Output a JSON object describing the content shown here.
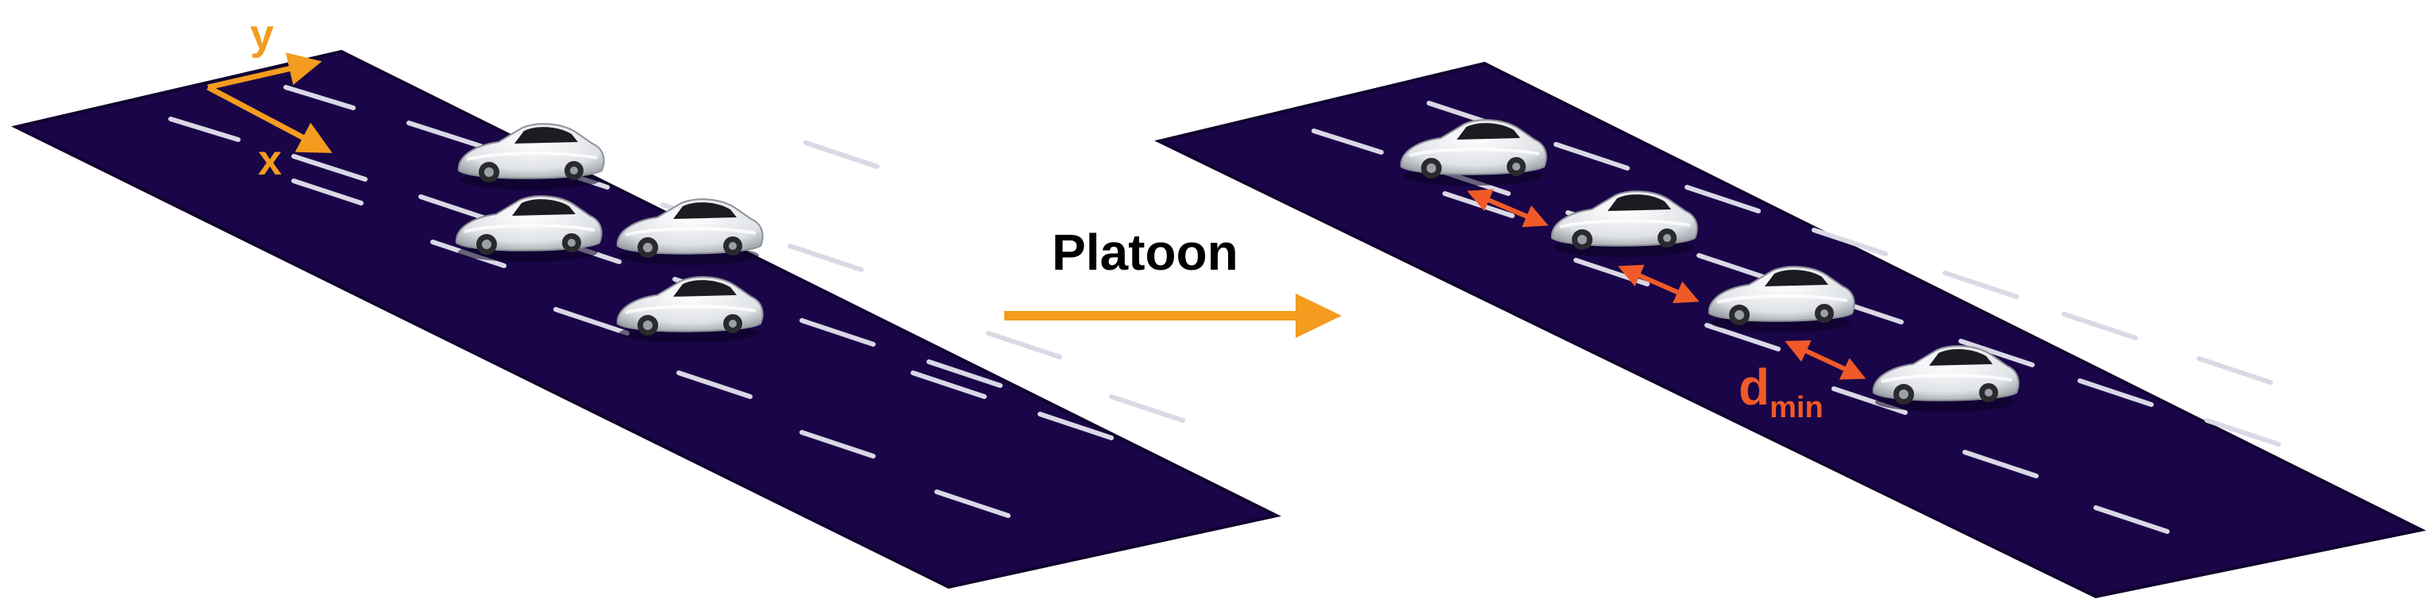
{
  "labels": {
    "axis_y": "y",
    "axis_x": "x",
    "transition": "Platoon",
    "gap_main": "d",
    "gap_sub": "min"
  },
  "colors": {
    "road": "#1a0548",
    "road_edge": "#10022e",
    "lane_marking": "#d9d9e6",
    "axis": "#f39c1f",
    "gap_arrow": "#f05a28",
    "car_body": "#eef0f2",
    "car_shadow": "#a8adb3",
    "text": "#000000"
  },
  "scene": {
    "left_cars": 4,
    "right_cars": 4
  }
}
